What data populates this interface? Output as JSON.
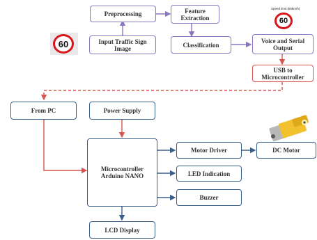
{
  "stage1": {
    "preprocessing": "Preprocessing",
    "feature_extraction": "Feature Extraction",
    "input_image": "Input Traffic Sign Image",
    "classification": "Classification",
    "voice_output": "Voice and Serial Output",
    "usb": "USB to Microcontroller",
    "sign_value": "60",
    "speed_caption": "Speed limit (60km/h)"
  },
  "stage2": {
    "from_pc": "From PC",
    "power_supply": "Power Supply",
    "microcontroller": "Microcontroller Arduino NANO",
    "motor_driver": "Motor Driver",
    "dc_motor": "DC Motor",
    "led": "LED Indication",
    "buzzer": "Buzzer",
    "lcd": "LCD Display"
  },
  "colors": {
    "purple": "#8b76c2",
    "red": "#d9534f",
    "blue": "#3a5f8a",
    "sign_red": "#d8161b"
  }
}
